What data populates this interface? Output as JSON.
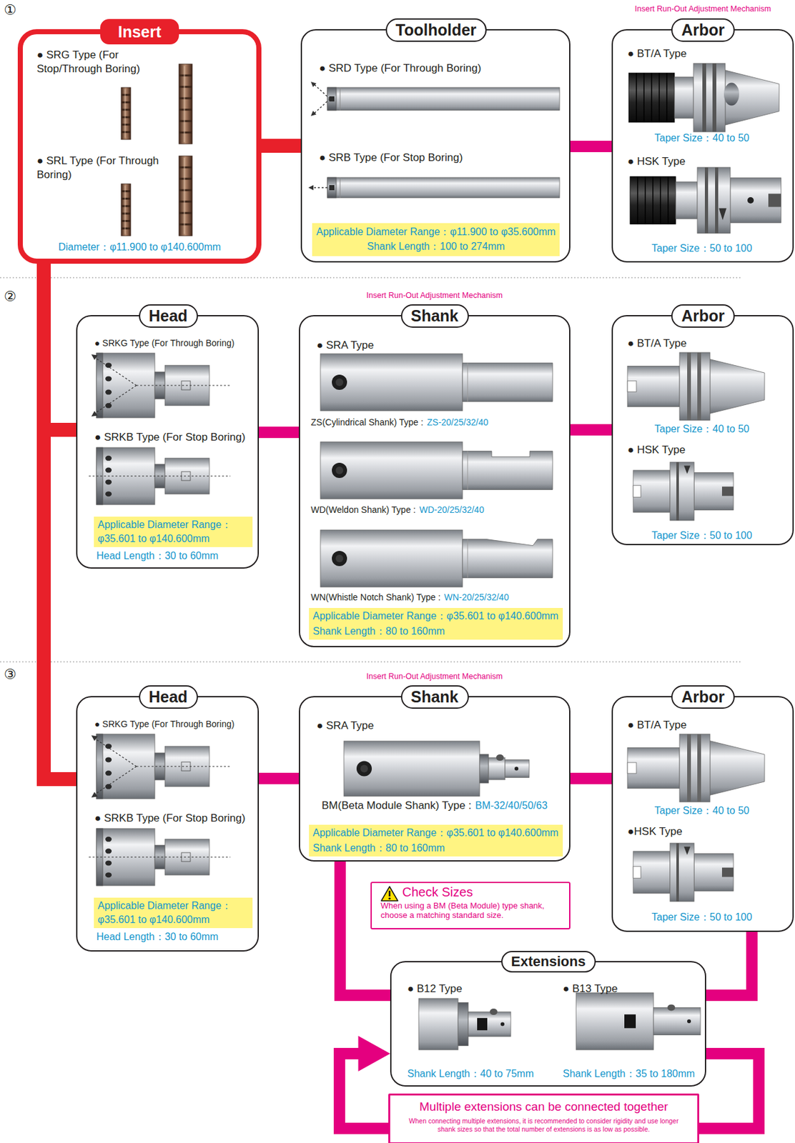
{
  "diagram": {
    "nodes": [
      {
        "text": [
          "Insert",
          "● SRG Type (For Stop/Through Boring)",
          "● SRL Type (For Through Boring)",
          "Diameter：φ11.900 to φ140.600mm"
        ]
      },
      {
        "text": [
          "Toolholder",
          "● SRD Type (For Through Boring)",
          "● SRB Type (For Stop Boring)",
          "Applicable Diameter Range：φ11.900 to φ35.600mm",
          "Shank Length：100 to 274mm"
        ]
      },
      {
        "text": [
          "Arbor",
          "● BT/A Type",
          "Taper Size：40 to 50",
          "● HSK Type",
          "Taper Size：50 to 100"
        ]
      },
      {
        "text": [
          "Head",
          "● SRKG Type (For Through Boring)",
          "● SRKB Type (For Stop Boring)",
          "Applicable Diameter Range：φ35.601 to φ140.600mm",
          "Head Length：30 to 60mm"
        ]
      },
      {
        "text": [
          "Shank",
          "● SRA Type",
          "ZS(Cylindrical Shank) Type :",
          "ZS-20/25/32/40",
          "WD(Weldon Shank) Type :",
          "WD-20/25/32/40",
          "WN(Whistle Notch Shank) Type :",
          "WN-20/25/32/40",
          "Applicable Diameter Range：φ35.601 to φ140.600mm",
          "Shank Length：80 to 160mm"
        ]
      },
      {
        "text": [
          "Arbor",
          "● BT/A Type",
          "Taper Size：40 to 50",
          "● HSK Type",
          "Taper Size：50 to 100"
        ]
      },
      {
        "text": [
          "Head",
          "● SRKG Type (For Through Boring)",
          "● SRKB Type (For Stop Boring)",
          "Applicable Diameter Range：φ35.601 to φ140.600mm",
          "Head Length：30 to 60mm"
        ]
      },
      {
        "text": [
          "Shank",
          "● SRA Type",
          "BM(Beta Module Shank) Type :",
          "BM-32/40/50/63",
          "Applicable Diameter Range：φ35.601 to φ140.600mm",
          "Shank Length：80 to 160mm"
        ]
      },
      {
        "text": [
          "Arbor",
          "● BT/A Type",
          "Taper Size：40 to 50",
          "●HSK Type",
          "Taper Size：50 to 100"
        ]
      },
      {
        "text": [
          "Check Sizes",
          "When using a BM (Beta Module) type shank, choose a matching standard size."
        ]
      },
      {
        "text": [
          "Extensions",
          "● B12 Type",
          "Shank Length：40 to 75mm",
          "● B13 Type",
          "Shank Length：35 to 180mm"
        ]
      },
      {
        "text": [
          "Multiple extensions can be connected together",
          "When connecting multiple extensions, it is recommended to consider rigidity and use longer shank sizes so that the total number of extensions is as low as possible."
        ]
      }
    ],
    "edges": [
      {
        "from": 0,
        "to": 1,
        "arrow": "none"
      },
      {
        "from": 1,
        "to": 2,
        "arrow": "none"
      },
      {
        "from": 0,
        "to": 3,
        "arrow": "none"
      },
      {
        "from": 3,
        "to": 4,
        "arrow": "none"
      },
      {
        "from": 4,
        "to": 5,
        "arrow": "none"
      },
      {
        "from": 0,
        "to": 6,
        "arrow": "none"
      },
      {
        "from": 6,
        "to": 7,
        "arrow": "none"
      },
      {
        "from": 7,
        "to": 8,
        "arrow": "none"
      },
      {
        "from": 7,
        "to": 10,
        "arrow": "none"
      },
      {
        "from": 8,
        "to": 10,
        "arrow": "none"
      },
      {
        "from": 10,
        "to": 10,
        "arrow": "to"
      }
    ],
    "labels": [
      "①",
      "Insert Run-Out Adjustment Mechanism",
      "②",
      "Insert Run-Out Adjustment Mechanism",
      "③",
      "Insert Run-Out Adjustment Mechanism"
    ]
  }
}
